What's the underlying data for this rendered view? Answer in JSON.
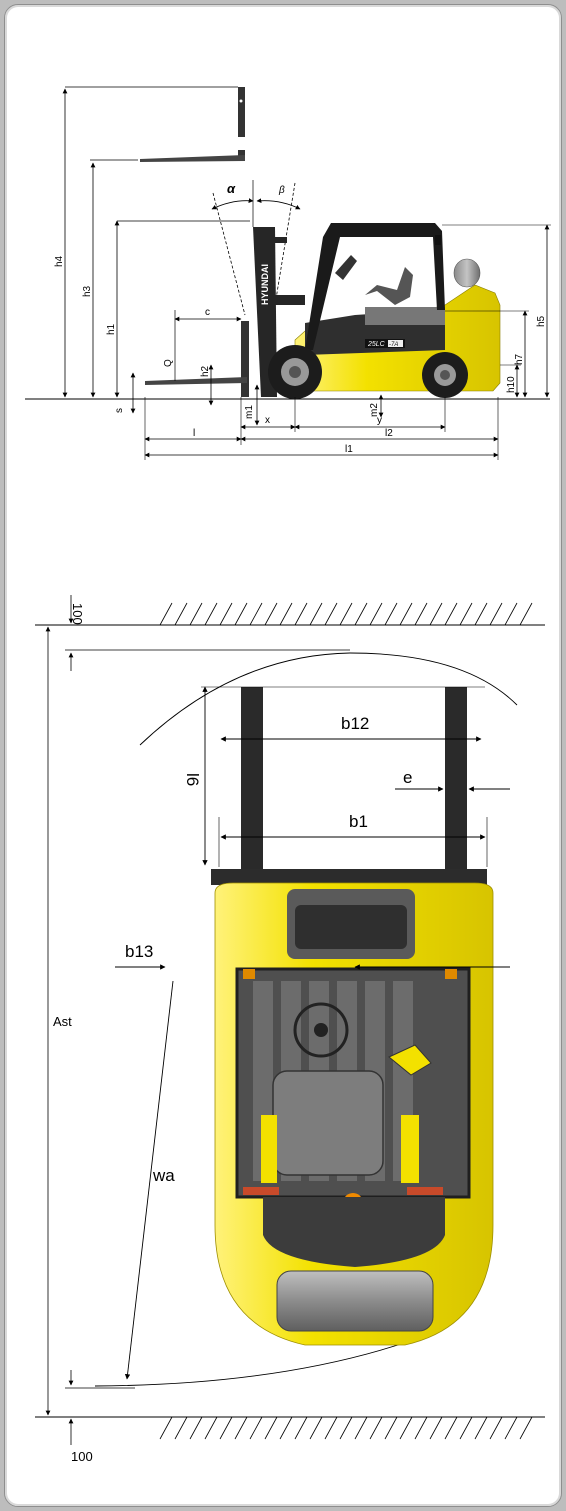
{
  "side_view": {
    "brand": "HYUNDAI",
    "model_badge": "25LC",
    "model_badge_suffix": "-7A",
    "angle_alpha": "α",
    "angle_beta": "β",
    "dim": {
      "h4": "h4",
      "h3": "h3",
      "h1": "h1",
      "c": "c",
      "Q": "Q",
      "h2": "h2",
      "s": "s",
      "m1": "m1",
      "x": "x",
      "m2": "m2",
      "y": "y",
      "l": "l",
      "l2": "l2",
      "l1": "l1",
      "h5": "h5",
      "h7": "h7",
      "h10": "h10"
    }
  },
  "top_view": {
    "clearance_top": "100",
    "clearance_bottom": "100",
    "dim": {
      "b12": "b12",
      "l6": "l6",
      "e": "e",
      "b1": "b1",
      "b13": "b13",
      "Ast": "Ast",
      "wa": "wa"
    }
  },
  "colors": {
    "body_yellow": "#f3e100",
    "dark_gray": "#3a3a3a",
    "mast_black": "#2b2b2b",
    "frame_border": "#8e8e8e"
  }
}
